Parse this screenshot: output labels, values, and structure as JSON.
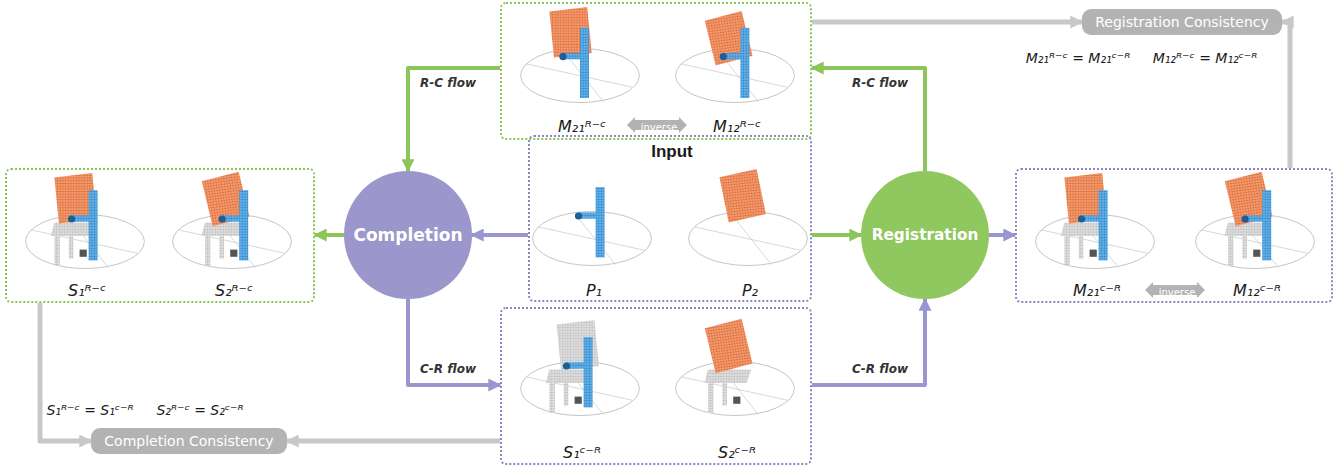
{
  "diagram": {
    "nodes": [
      {
        "text": [
          "M₂₁ᴿ⁻ᶜ",
          "inverse",
          "M₁₂ᴿ⁻ᶜ"
        ]
      },
      {
        "text": [
          "Registration Consistency"
        ]
      },
      {
        "text": [
          "S₁ᴿ⁻ᶜ",
          "S₂ᴿ⁻ᶜ"
        ]
      },
      {
        "text": [
          "Completion"
        ]
      },
      {
        "text": [
          "Input",
          "P₁",
          "P₂"
        ]
      },
      {
        "text": [
          "Registration"
        ]
      },
      {
        "text": [
          "M₂₁ᶜ⁻ᴿ",
          "inverse",
          "M₁₂ᶜ⁻ᴿ"
        ]
      },
      {
        "text": [
          "S₁ᶜ⁻ᴿ",
          "S₂ᶜ⁻ᴿ"
        ]
      },
      {
        "text": [
          "Completion Consistency"
        ]
      }
    ],
    "edges": [
      {
        "from": 4,
        "to": 3,
        "arrow": "to"
      },
      {
        "from": 4,
        "to": 5,
        "arrow": "to"
      },
      {
        "from": 3,
        "to": 2,
        "arrow": "to"
      },
      {
        "from": 3,
        "to": 7,
        "arrow": "to",
        "label": "C-R flow"
      },
      {
        "from": 7,
        "to": 5,
        "arrow": "to",
        "label": "C-R flow"
      },
      {
        "from": 5,
        "to": 6,
        "arrow": "to"
      },
      {
        "from": 5,
        "to": 0,
        "arrow": "to",
        "label": "R-C flow"
      },
      {
        "from": 0,
        "to": 3,
        "arrow": "to",
        "label": "R-C flow"
      },
      {
        "from": 0,
        "to": 1,
        "arrow": "to"
      },
      {
        "from": 6,
        "to": 1,
        "arrow": "to"
      },
      {
        "from": 2,
        "to": 8,
        "arrow": "to"
      },
      {
        "from": 7,
        "to": 8,
        "arrow": "to"
      }
    ],
    "labels": [
      "M₂₁ᴿ⁻ᶜ = M₂₁ᶜ⁻ᴿ",
      "M₁₂ᴿ⁻ᶜ = M₁₂ᶜ⁻ᴿ",
      "S₁ᴿ⁻ᶜ = S₁ᶜ⁻ᴿ",
      "S₂ᴿ⁻ᶜ = S₂ᶜ⁻ᴿ"
    ]
  }
}
